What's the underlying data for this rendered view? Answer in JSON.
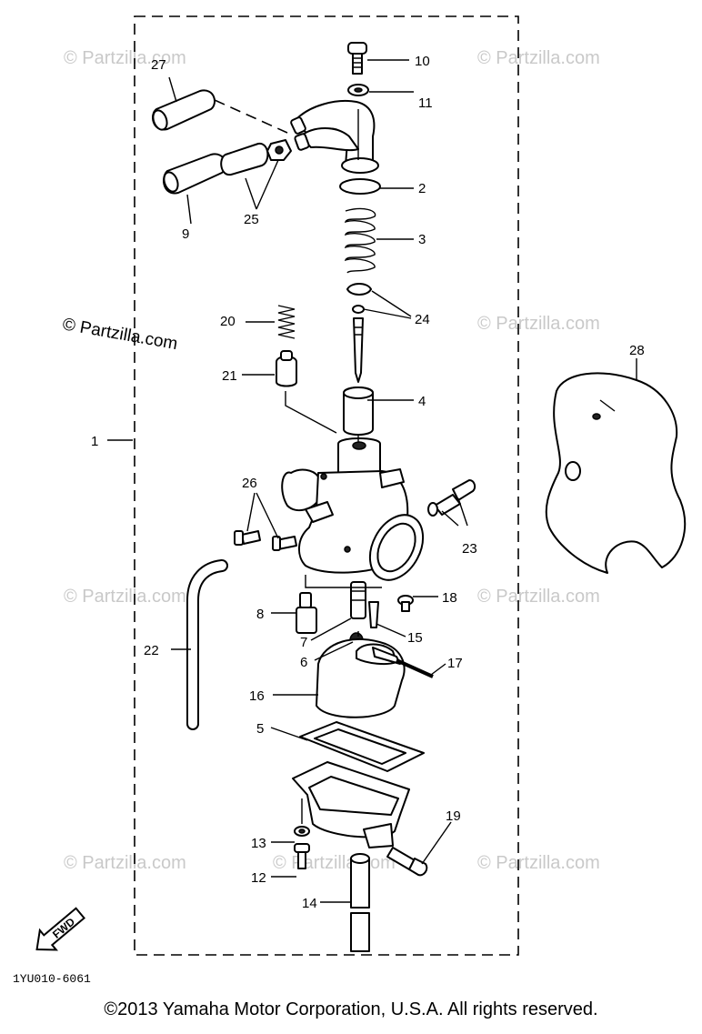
{
  "diagram": {
    "callouts": {
      "c1": "1",
      "c2": "2",
      "c3": "3",
      "c4": "4",
      "c5": "5",
      "c6": "6",
      "c7": "7",
      "c8": "8",
      "c9": "9",
      "c10": "10",
      "c11": "11",
      "c12": "12",
      "c13": "13",
      "c14": "14",
      "c15": "15",
      "c16": "16",
      "c17": "17",
      "c18": "18",
      "c19": "19",
      "c20": "20",
      "c21": "21",
      "c22": "22",
      "c23": "23",
      "c24": "24",
      "c25": "25",
      "c26": "26",
      "c27": "27",
      "c28": "28"
    },
    "watermarks": {
      "w1": "© Partzilla.com",
      "w2": "© Partzilla.com",
      "w3": "© Partzilla.com",
      "w4": "© Partzilla.com",
      "w5": "© Partzilla.com",
      "w6": "© Partzilla.com",
      "w7": "© Partzilla.com",
      "w8": "© Partzilla.com",
      "w9": "© Partzilla.com"
    },
    "drawing_code": "1YU010-6061",
    "fwd_label": "FWD"
  },
  "footer": {
    "copyright": "©2013  Yamaha Motor Corporation, U.S.A. All rights reserved."
  }
}
